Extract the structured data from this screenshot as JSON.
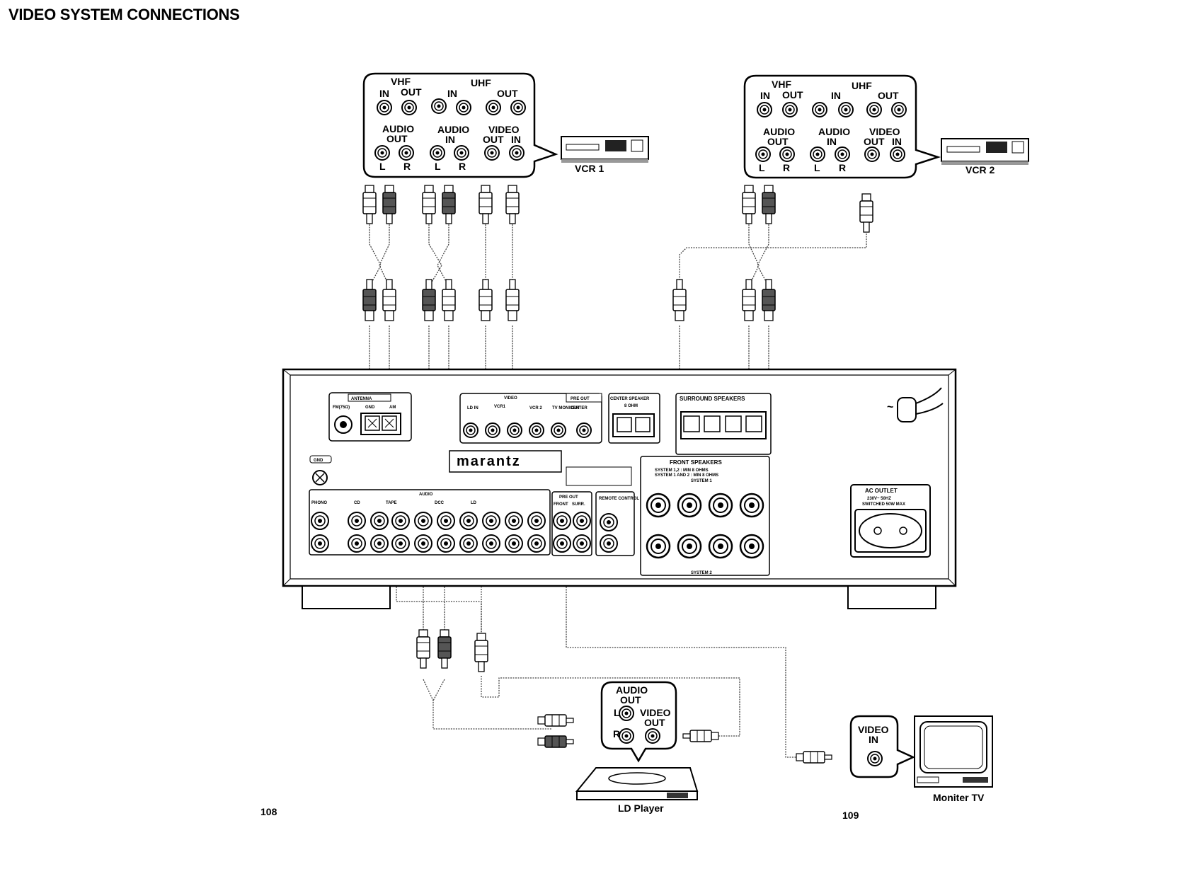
{
  "page": {
    "title": "VIDEO SYSTEM CONNECTIONS",
    "page_left": "108",
    "page_right": "109"
  },
  "vcr1": {
    "label": "VCR 1",
    "vhf": "VHF",
    "uhf": "UHF",
    "in": "IN",
    "out": "OUT",
    "audio_out_1": "AUDIO",
    "audio_out_2": "OUT",
    "audio_in_1": "AUDIO",
    "audio_in_2": "IN",
    "video": "VIDEO",
    "video_out": "OUT",
    "video_in": "IN",
    "l": "L",
    "r": "R"
  },
  "vcr2": {
    "label": "VCR 2",
    "vhf": "VHF",
    "uhf": "UHF",
    "in": "IN",
    "out": "OUT",
    "audio_out_1": "AUDIO",
    "audio_out_2": "OUT",
    "audio_in_1": "AUDIO",
    "audio_in_2": "IN",
    "video": "VIDEO",
    "video_out": "OUT",
    "video_in": "IN",
    "l": "L",
    "r": "R"
  },
  "receiver": {
    "brand": "marantz",
    "antenna": "ANTENNA",
    "antenna_fm": "FM(75Ω)",
    "antenna_gnd": "GND",
    "antenna_am": "AM",
    "gnd": "GND",
    "video": "VIDEO",
    "ld_in": "LD IN",
    "vcr1": "VCR1",
    "vcr2": "VCR 2",
    "tv_monitor_out": "TV MONI OUT",
    "pre_out": "PRE OUT",
    "center": "CENTER",
    "center_speaker": "CENTER SPEAKER",
    "center_ohm": "8 OHM",
    "surround_speakers": "SURROUND SPEAKERS",
    "front_speakers": "FRONT SPEAKERS",
    "front_sys_1": "SYSTEM 1,2  :  MIN 8 OHMS",
    "front_sys_2": "SYSTEM 1 AND 2  :  MIN 8 OHMS",
    "system1": "SYSTEM 1",
    "system2": "SYSTEM 2",
    "audio": "AUDIO",
    "phono": "PHONO",
    "cd": "CD",
    "tape": "TAPE",
    "dcc": "DCC",
    "ld": "LD",
    "front": "FRONT",
    "surr": "SURR.",
    "remote_control": "REMOTE CONTROL",
    "ac_outlet": "AC OUTLET",
    "ac_rating_1": "230V~ 50HZ",
    "ac_rating_2": "SWITCHED 50W MAX"
  },
  "ld_player": {
    "label": "LD Player",
    "audio": "AUDIO",
    "audio_out": "OUT",
    "video": "VIDEO",
    "video_out": "OUT",
    "l": "L",
    "r": "R"
  },
  "monitor": {
    "label": "Moniter TV",
    "video": "VIDEO",
    "video_in": "IN"
  }
}
